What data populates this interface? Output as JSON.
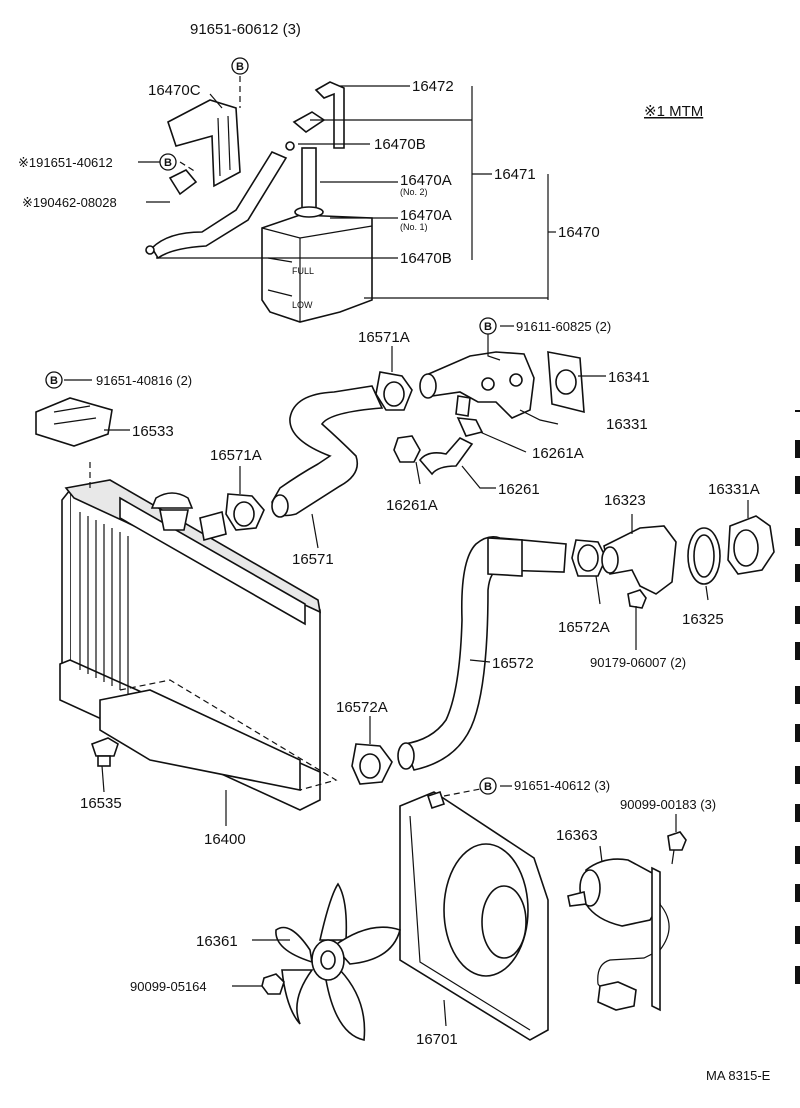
{
  "labels": {
    "p91651_60612_3": "91651-60612 (3)",
    "p16470C": "16470C",
    "p16472": "16472",
    "p16470B_top": "16470B",
    "p16470A_no2": "16470A",
    "no2": "(No. 2)",
    "p16471": "16471",
    "p191651_40612": "※191651-40612",
    "p190462_08028": "※190462-08028",
    "p16470A_no1": "16470A",
    "no1": "(No. 1)",
    "p16470": "16470",
    "p16470B_bot": "16470B",
    "mtm": "※1 MTM",
    "full": "FULL",
    "low": "LOW",
    "p16571A_top": "16571A",
    "p91611_60825": "91611-60825 (2)",
    "p16341": "16341",
    "p91651_40816": "91651-40816 (2)",
    "p16533": "16533",
    "p16331": "16331",
    "p16261A_right": "16261A",
    "p16571A_left": "16571A",
    "p16261": "16261",
    "p16261A_bot": "16261A",
    "p16323": "16323",
    "p16331A": "16331A",
    "p16571": "16571",
    "p16572A_right": "16572A",
    "p16325": "16325",
    "p16572": "16572",
    "p90179_06007": "90179-06007 (2)",
    "p16572A_left": "16572A",
    "p16535": "16535",
    "p91651_40612_3b": "91651-40612 (3)",
    "p90099_00183": "90099-00183 (3)",
    "p16363": "16363",
    "p16400": "16400",
    "p16361": "16361",
    "p90099_05164": "90099-05164",
    "p16701": "16701",
    "code": "MA 8315-E",
    "badge": "B"
  }
}
